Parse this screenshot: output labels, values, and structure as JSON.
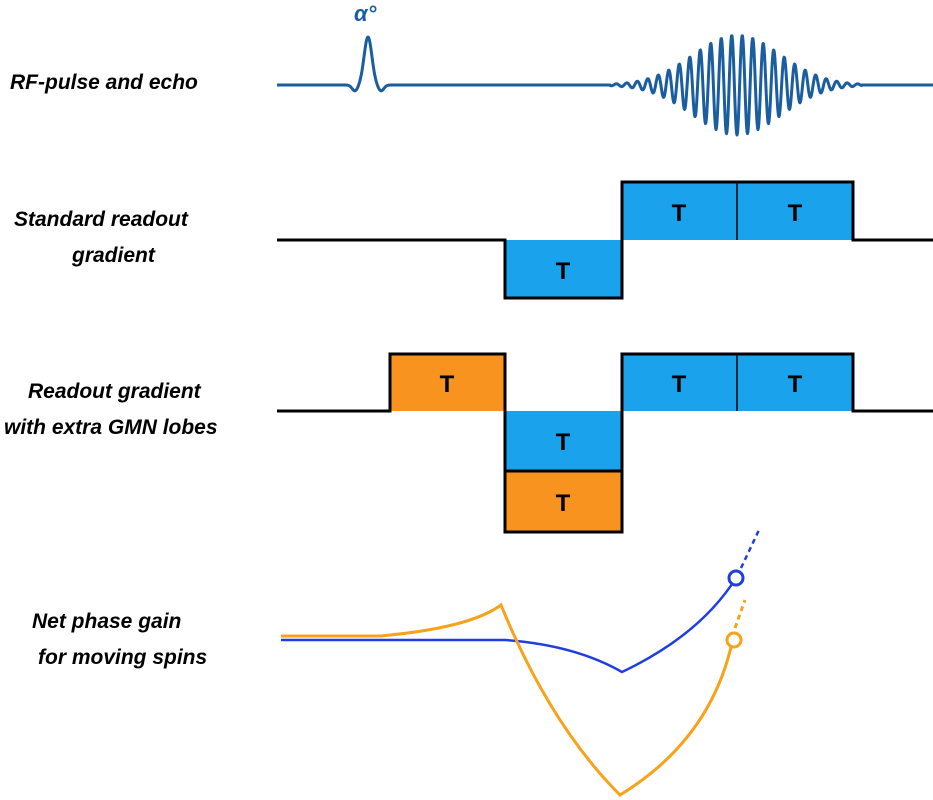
{
  "labels": {
    "rf": "RF-pulse and echo",
    "standard_line1": "Standard readout",
    "standard_line2": "gradient",
    "gmn_line1": "Readout gradient",
    "gmn_line2": "with extra GMN lobes",
    "phase_line1": "Net phase gain",
    "phase_line2": "for moving spins"
  },
  "flip_angle_label": "α°",
  "lobe_text": "T",
  "colors": {
    "rf_wave": "#1b5ea0",
    "standard_lobe": "#1aa3ec",
    "gmn_lobe": "#f7931e",
    "baseline": "#000000",
    "phase_standard": "#1f3ee0",
    "phase_gmn": "#f7a21b"
  }
}
